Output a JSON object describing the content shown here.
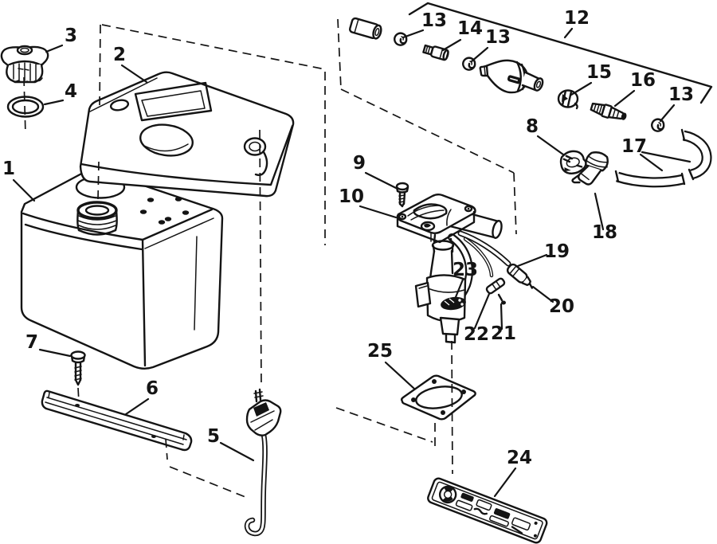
{
  "colors": {
    "background": "#ffffff",
    "line": "#141414"
  },
  "callouts": [
    {
      "label": "1",
      "part": "oil-tank"
    },
    {
      "label": "2",
      "part": "tank-cover"
    },
    {
      "label": "3",
      "part": "filler-cap"
    },
    {
      "label": "4",
      "part": "cap-gasket"
    },
    {
      "label": "5",
      "part": "sender-cable"
    },
    {
      "label": "6",
      "part": "mounting-bracket"
    },
    {
      "label": "7",
      "part": "bracket-screw"
    },
    {
      "label": "8",
      "part": "hose-clamp"
    },
    {
      "label": "9",
      "part": "cover-screw"
    },
    {
      "label": "10",
      "part": "pickup-pump-assembly"
    },
    {
      "label": "12",
      "part": "hose-and-fitting-kit"
    },
    {
      "label": "13",
      "part": "spring-clamp-a"
    },
    {
      "label": "14",
      "part": "inline-fitting"
    },
    {
      "label": "13",
      "part": "spring-clamp-b"
    },
    {
      "label": "15",
      "part": "round-clamp"
    },
    {
      "label": "16",
      "part": "barb-fitting"
    },
    {
      "label": "13",
      "part": "spring-clamp-c"
    },
    {
      "label": "17",
      "part": "hoses"
    },
    {
      "label": "18",
      "part": "elbow-fitting"
    },
    {
      "label": "19",
      "part": "supply-cable"
    },
    {
      "label": "20",
      "part": "cable-connector"
    },
    {
      "label": "21",
      "part": "wire-terminal"
    },
    {
      "label": "22",
      "part": "sensor-wire"
    },
    {
      "label": "23",
      "part": "pickup-hose-clamp"
    },
    {
      "label": "24",
      "part": "instruction-plate"
    },
    {
      "label": "25",
      "part": "mounting-gasket"
    }
  ]
}
